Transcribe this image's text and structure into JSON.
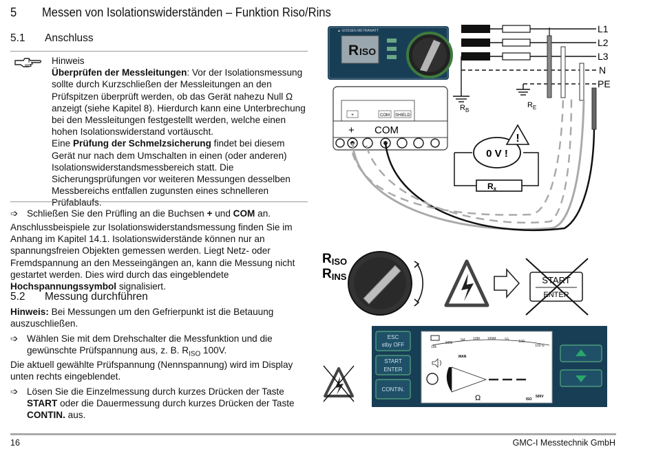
{
  "heading": {
    "number": "5",
    "title": "Messen von Isolationswiderständen – Funktion Riso/Rins"
  },
  "section_51": {
    "number": "5.1",
    "title": "Anschluss"
  },
  "note": {
    "label": "Hinweis",
    "check_bold": "Überprüfen der Messleitungen",
    "check_text_1": ": Vor der Isolationsmessung sollte durch Kurzschließen der Messleitungen an den Prüfspitzen überprüft werden, ob das Gerät nahezu Null Ω anzeigt (siehe Kapitel 8). Hierdurch kann eine Unterbrechung bei den Messleitungen festgestellt werden, welche einen hohen Isolationswiderstand vortäuscht.",
    "fuse_pre": "Eine ",
    "fuse_bold": "Prüfung der Schmelzsicherung",
    "fuse_text": " findet bei diesem Gerät nur nach dem Umschalten in einen (oder anderen) Isolationswiderstandsmessbereich statt. Die Sicherungsprüfungen vor weiteren Messungen desselben Messbereichs entfallen zugunsten eines schnelleren Prüfablaufs."
  },
  "step_connect": {
    "arrow": "➩",
    "pre": "Schließen Sie den Prüfling an die Buchsen ",
    "plus": "+",
    "mid": " und ",
    "com": "COM",
    "post": " an."
  },
  "para_connect": {
    "pre": "Anschlussbeispiele zur Isolationswiderstandsmessung finden Sie im Anhang im Kapitel 14.1. Isolationswiderstände können nur an spannungsfreien Objekten gemessen werden. Liegt Netz- oder Fremdspannung an den Messeingängen an, kann die Messung nicht gestartet werden. Dies wird durch das eingeblendete ",
    "bold": "Hochspannungssymbol",
    "post": " signalisiert."
  },
  "section_52": {
    "number": "5.2",
    "title": "Messung durchführen"
  },
  "hint_frost": {
    "bold": "Hinweis:",
    "text": " Bei Messungen um den Gefrierpunkt ist die Betauung auszuschließen."
  },
  "step_select": {
    "arrow": "➩",
    "text": "Wählen Sie mit dem Drehschalter die Messfunktion und die gewünschte Prüfspannung aus, z. B. R",
    "sub": "ISO",
    "post": " 100V."
  },
  "para_voltage": "Die aktuell gewählte Prüfspannung (Nennspannung) wird im Display unten rechts eingeblendet.",
  "step_start": {
    "arrow": "➩",
    "pre": "Lösen Sie die Einzelmessung durch kurzes Drücken der Taste ",
    "start": "START",
    "mid": " oder die Dauermessung durch kurzes Drücken der Taste ",
    "contin": "CONTIN.",
    "post": " aus."
  },
  "footer": {
    "page": "16",
    "company": "GMC-I Messtechnik GmbH"
  },
  "wiring": {
    "lines": [
      "L1",
      "L2",
      "L3",
      "N",
      "PE"
    ],
    "rb": "R",
    "rb_sub": "B",
    "re": "R",
    "re_sub": "E",
    "voltmeter": "0 V !",
    "rx": "R",
    "rx_sub": "x",
    "plus": "+",
    "com": "COM",
    "jack_plus": "+",
    "jack_com": "COM",
    "jack_shield": "SHIELD",
    "display_r": "R",
    "display_sub": "ISO"
  },
  "switch": {
    "riso": "R",
    "riso_sub": "ISO",
    "rins": "R",
    "rins_sub": "INS"
  },
  "start_key": {
    "start": "START",
    "enter": "ENTER"
  },
  "panel": {
    "esc": "ESC",
    "stby": "stby OFF",
    "start": "START",
    "enter": "ENTER",
    "contin": "CONTIN.",
    "scale": [
      "10k",
      "100k",
      "1M",
      "10M",
      "100M",
      "1G",
      "10G",
      "100 G"
    ],
    "man": "MAN",
    "ohm": "Ω",
    "iso": "ISO",
    "volt": "500V"
  }
}
